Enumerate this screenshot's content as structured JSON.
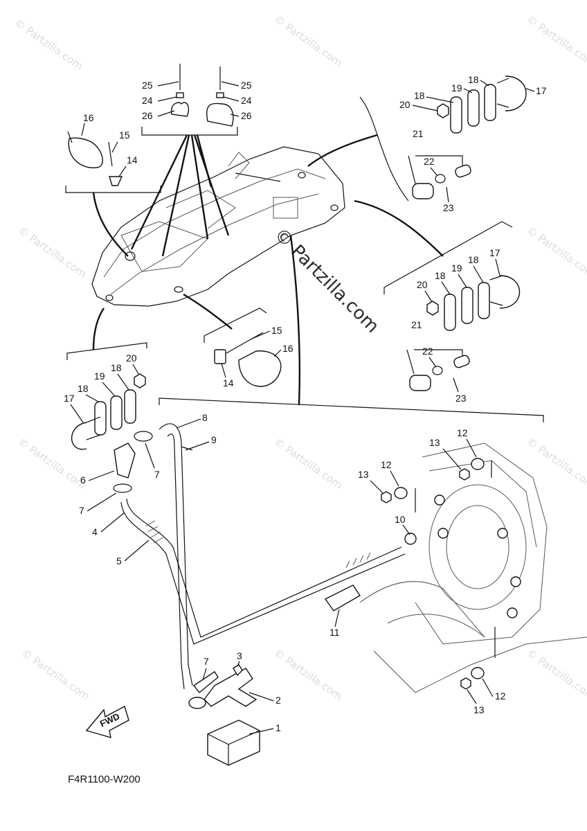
{
  "watermark": {
    "text": "© Partzilla.com",
    "center_text": "© Partzilla.com"
  },
  "diagram_code": "F4R1100-W200",
  "fwd_label": "FWD",
  "callouts": {
    "c1": "1",
    "c2": "2",
    "c3": "3",
    "c4": "4",
    "c5": "5",
    "c6": "6",
    "c7": "7",
    "c8": "8",
    "c9": "9",
    "c10": "10",
    "c11": "11",
    "c12": "12",
    "c13": "13",
    "c14": "14",
    "c15": "15",
    "c16": "16",
    "c17": "17",
    "c18": "18",
    "c19": "19",
    "c20": "20",
    "c21": "21",
    "c22": "22",
    "c23": "23",
    "c24": "24",
    "c25": "25",
    "c26": "26"
  }
}
